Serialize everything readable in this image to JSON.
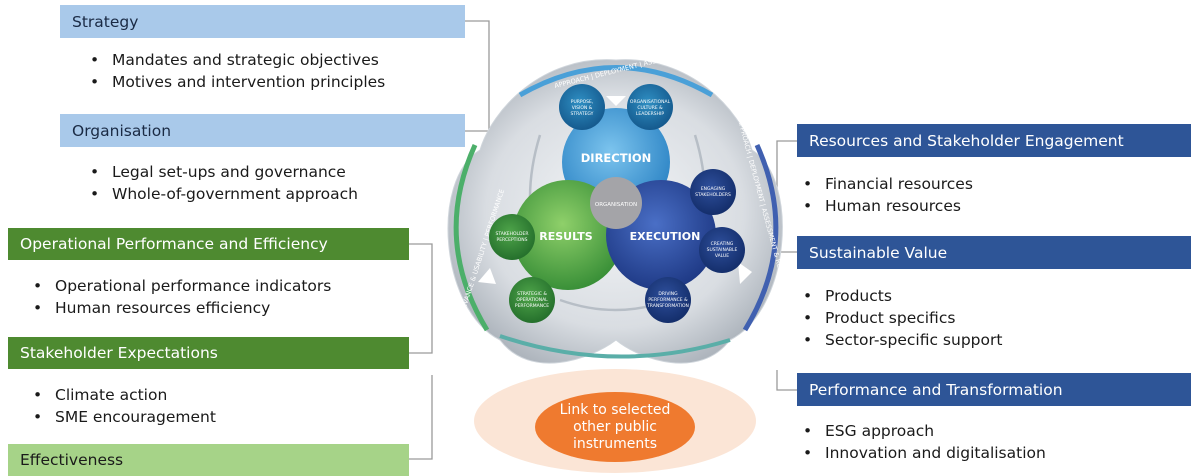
{
  "left": {
    "strategy": {
      "title": "Strategy",
      "bullets": [
        "Mandates and strategic objectives",
        "Motives and intervention principles"
      ]
    },
    "organisation": {
      "title": "Organisation",
      "bullets": [
        "Legal set-ups and governance",
        "Whole-of-government approach"
      ]
    },
    "operational": {
      "title": "Operational Performance and Efficiency",
      "bullets": [
        "Operational performance indicators",
        "Human resources efficiency"
      ]
    },
    "stakeholder": {
      "title": "Stakeholder Expectations",
      "bullets": [
        "Climate action",
        "SME encouragement"
      ]
    },
    "effectiveness": {
      "title": "Effectiveness"
    }
  },
  "right": {
    "resources": {
      "title": "Resources and Stakeholder Engagement",
      "bullets": [
        "Financial resources",
        "Human resources"
      ]
    },
    "sustainable": {
      "title": "Sustainable Value",
      "bullets": [
        "Products",
        "Product specifics",
        "Sector-specific support"
      ]
    },
    "performance": {
      "title": "Performance and Transformation",
      "bullets": [
        "ESG approach",
        "Innovation and digitalisation"
      ]
    }
  },
  "center": {
    "direction": "DIRECTION",
    "results": "RESULTS",
    "execution": "EXECUTION",
    "organisation": "ORGANISATION",
    "small": {
      "purpose": [
        "PURPOSE,",
        "VISION &",
        "STRATEGY"
      ],
      "culture": [
        "ORGANISATIONAL",
        "CULTURE &",
        "LEADERSHIP"
      ],
      "engaging": [
        "ENGAGING",
        "STAKEHOLDERS"
      ],
      "creating": [
        "CREATING",
        "SUSTAINABLE",
        "VALUE"
      ],
      "driving": [
        "DRIVING",
        "PERFORMANCE &",
        "TRANSFORMATION"
      ],
      "perceptions": [
        "STAKEHOLDER",
        "PERCEPTIONS"
      ],
      "strategic": [
        "STRATEGIC &",
        "OPERATIONAL",
        "PERFORMANCE"
      ]
    },
    "ring_top": "APPROACH | DEPLOYMENT | ASSESSMENT & REFINEMENT",
    "ring_right": "APPROACH | DEPLOYMENT | ASSESSMENT & REFINEMENT",
    "ring_left": "RELEVANCE & USABILITY | PERFORMANCE"
  },
  "link": {
    "lines": [
      "Link to selected",
      "other public",
      "instruments"
    ]
  },
  "colors": {
    "blue_light": "#a9c9ea",
    "green_dark": "#4e8a30",
    "green_light": "#a6d388",
    "navy": "#2e5597",
    "orange": "#ef7a2f",
    "direction": "#4da3d8",
    "results": "#5bb24a",
    "execution": "#2f4fa3"
  }
}
